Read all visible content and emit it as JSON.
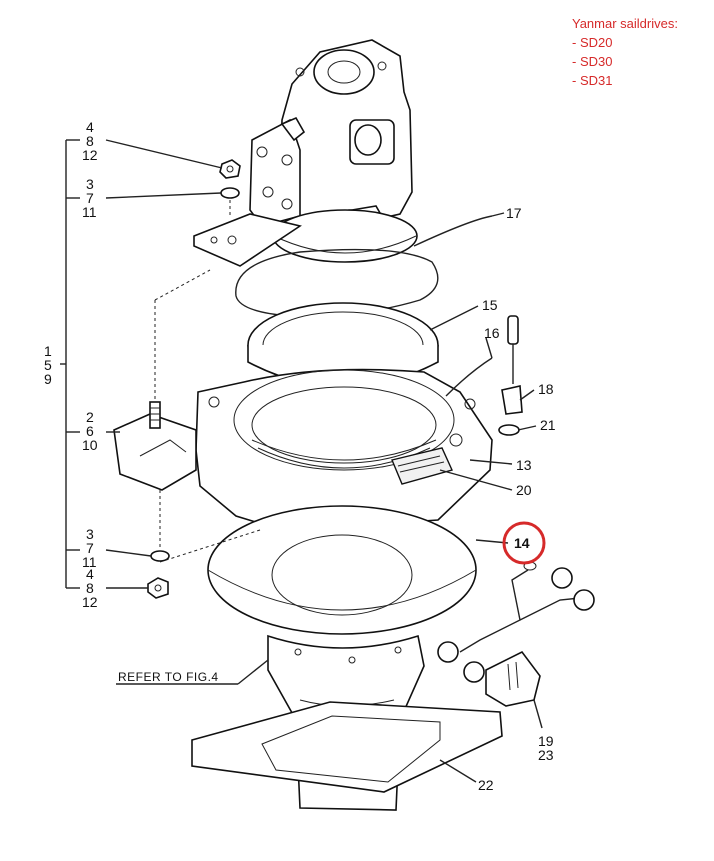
{
  "note": {
    "title": "Yanmar saildrives:",
    "models": [
      "- SD20",
      "- SD30",
      "- SD31"
    ]
  },
  "callouts": {
    "top_group": [
      "4",
      "8",
      "12"
    ],
    "washer_group_top": [
      "3",
      "7",
      "11"
    ],
    "left_main": [
      "1",
      "5",
      "9"
    ],
    "mount_group": [
      "2",
      "6",
      "10"
    ],
    "washer_group_bottom": [
      "3",
      "7",
      "11"
    ],
    "nut_group_bottom": [
      "4",
      "8",
      "12"
    ],
    "part_17": "17",
    "part_15": "15",
    "part_16": "16",
    "part_18": "18",
    "part_21": "21",
    "part_13": "13",
    "part_20": "20",
    "part_14": "14",
    "part_19_23": [
      "19",
      "23"
    ],
    "part_22": "22"
  },
  "reference": "REFER TO FIG.4",
  "colors": {
    "highlight": "#d62a2a",
    "ink": "#111111"
  }
}
